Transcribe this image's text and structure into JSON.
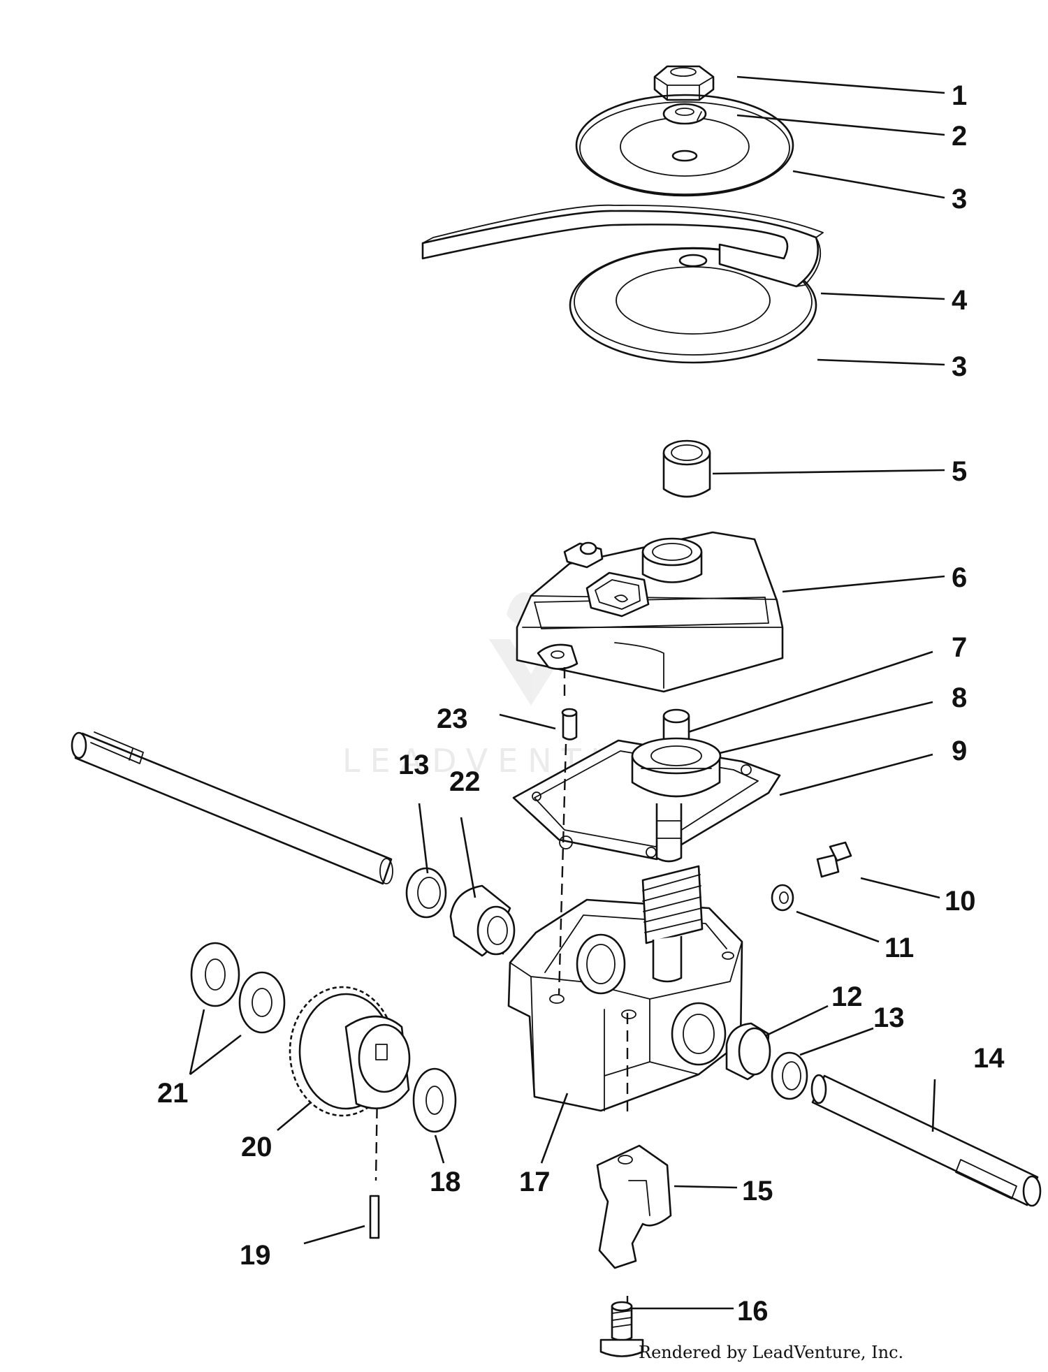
{
  "watermark": "LEADVENTURE",
  "footer": {
    "credit": "Rendered by LeadVenture, Inc."
  },
  "callouts": [
    "1",
    "2",
    "3",
    "4",
    "3",
    "5",
    "6",
    "7",
    "8",
    "9",
    "10",
    "11",
    "12",
    "13",
    "13",
    "14",
    "15",
    "16",
    "17",
    "18",
    "19",
    "20",
    "21",
    "22",
    "23"
  ]
}
